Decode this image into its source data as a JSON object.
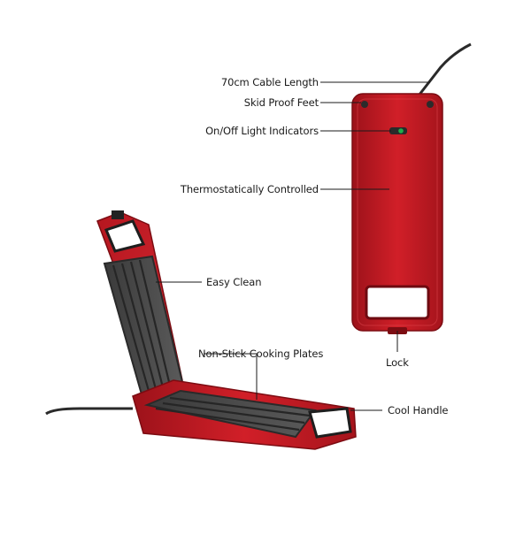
{
  "labels": {
    "cable": "70cm Cable Length",
    "feet": "Skid Proof Feet",
    "lights": "On/Off Light Indicators",
    "thermo": "Thermostatically Controlled",
    "clean": "Easy Clean",
    "plates": "Non-Stick Cooking Plates",
    "lock": "Lock",
    "handle": "Cool Handle"
  },
  "colors": {
    "body_red": "#c41a22",
    "dark_red": "#8e0f15",
    "plate_grey": "#4a4a4a",
    "indicator_green": "#1fae4b"
  }
}
